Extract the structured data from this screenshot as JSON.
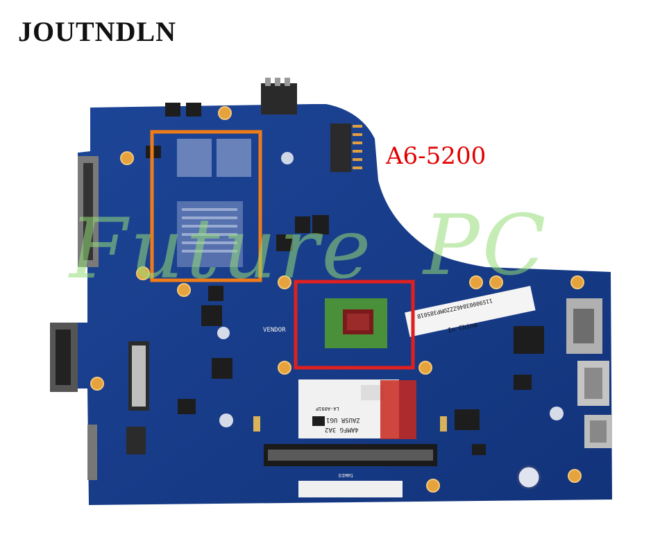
{
  "brand": "JOUTNDLN",
  "model": "A6-5200",
  "watermark": {
    "left": "Future",
    "right": "PC"
  },
  "labels": {
    "vendor": "VENDOR",
    "made_in": "In China",
    "serial": "11S90003846ZZZOMP38501B",
    "board_code": "ZAUSR UG1",
    "board_rev": "LA-A091P",
    "dimm_label": "DIMM1",
    "asset": "4AMFG 3A2"
  },
  "colors": {
    "board": "#173b8c",
    "highlight_ram": "#f07c18",
    "highlight_cpu": "#e02020",
    "text_red": "#e10000"
  }
}
